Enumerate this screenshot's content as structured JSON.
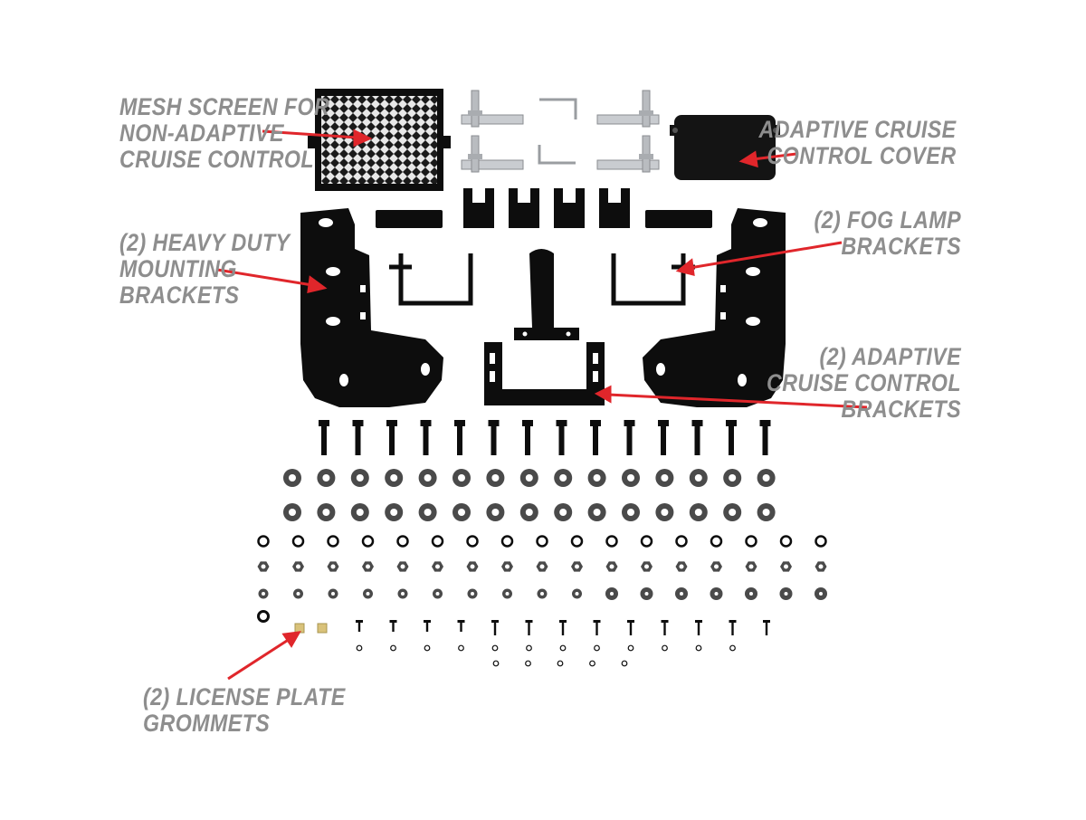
{
  "labels": {
    "mesh_screen": [
      "MESH SCREEN FOR",
      "NON-ADAPTIVE",
      "CRUISE CONTROL"
    ],
    "acc_cover": [
      "ADAPTIVE CRUISE",
      "CONTROL COVER"
    ],
    "mounting_brackets": [
      "(2) HEAVY DUTY",
      "MOUNTING",
      "BRACKETS"
    ],
    "fog_lamp": [
      "(2) FOG LAMP",
      "BRACKETS"
    ],
    "acc_brackets": [
      "(2) ADAPTIVE",
      "CRUISE CONTROL",
      "BRACKETS"
    ],
    "grommets": [
      "(2) LICENSE PLATE",
      "GROMMETS"
    ]
  },
  "colors": {
    "label_text": "#8e8e8e",
    "arrow": "#e0262b",
    "parts": "#0d0d0d",
    "washer": "#4a4a4a",
    "zinc": "#c9ccd0",
    "background": "#ffffff"
  },
  "hardware_counts": {
    "bolts": 14,
    "flat_washers_row1": 15,
    "flat_washers_row2": 15,
    "lock_washers": 17,
    "nuts": 17,
    "small_washers": 17,
    "screws": 13,
    "tiny_washers_row1": 12,
    "tiny_washers_row2": 5,
    "grommets": 2
  }
}
